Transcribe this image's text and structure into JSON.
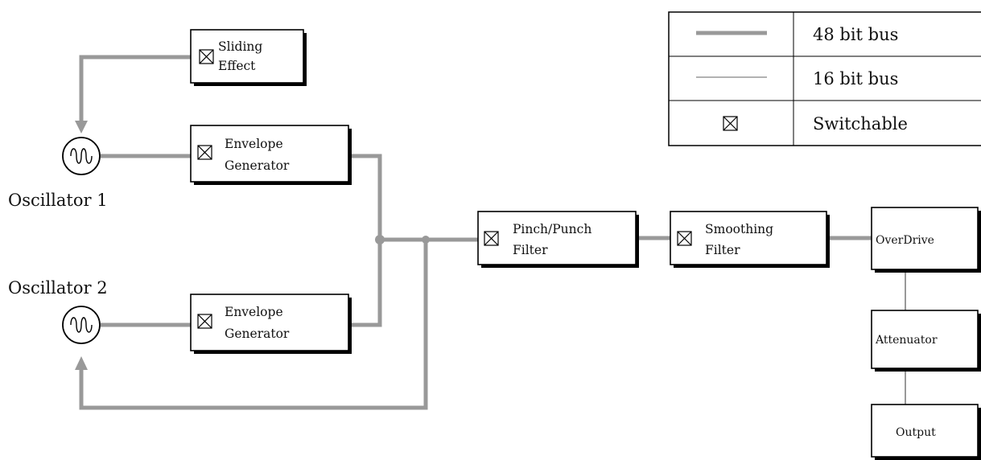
{
  "legend": {
    "rows": [
      {
        "symbol": "thick-line",
        "label": "48 bit bus"
      },
      {
        "symbol": "thin-line",
        "label": "16 bit bus"
      },
      {
        "symbol": "switch",
        "label": "Switchable"
      }
    ]
  },
  "oscillators": {
    "osc1": "Oscillator 1",
    "osc2": "Oscillator 2"
  },
  "blocks": {
    "sliding": [
      "Sliding",
      "Effect"
    ],
    "env1": [
      "Envelope",
      "Generator"
    ],
    "env2": [
      "Envelope",
      "Generator"
    ],
    "pinch": [
      "Pinch/Punch",
      "Filter"
    ],
    "smooth": [
      "Smoothing",
      "Filter"
    ],
    "overdrive": "OverDrive",
    "attenuator": "Attenuator",
    "output": "Output"
  },
  "colors": {
    "bus": "#999999",
    "box_border": "#000000",
    "background": "#ffffff"
  },
  "icons": {
    "switch": "switchable-icon",
    "oscillator": "sine-wave-icon"
  }
}
